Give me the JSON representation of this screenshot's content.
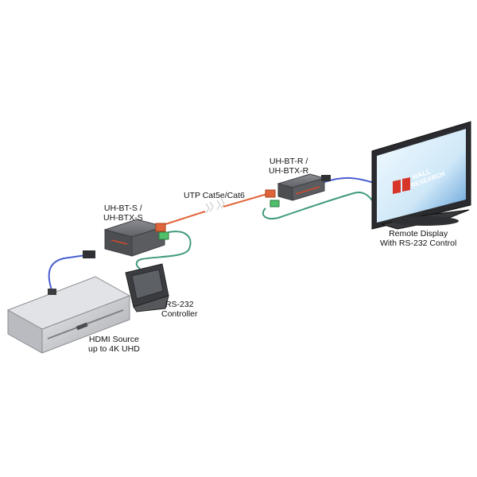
{
  "labels": {
    "transmitter": {
      "line1": "UH-BT-S /",
      "line2": "UH-BTX-S"
    },
    "cable": {
      "text": "UTP Cat5e/Cat6"
    },
    "receiver": {
      "line1": "UH-BT-R /",
      "line2": "UH-BTX-R"
    },
    "display": {
      "line1": "Remote Display",
      "line2": "With RS-232 Control"
    },
    "rs232": {
      "line1": "RS-232",
      "line2": "Controller"
    },
    "source": {
      "line1": "HDMI Source",
      "line2": "up to 4K UHD"
    }
  },
  "logo": {
    "text1": "HALL",
    "text2": "RESEARCH"
  },
  "colors": {
    "hdmi_cable": "#4a5fd0",
    "utp_cable": "#e0643a",
    "rs232_cable": "#3f9a7a",
    "device_body": "#6e7075",
    "screen_bg": "#cfe8f8"
  }
}
